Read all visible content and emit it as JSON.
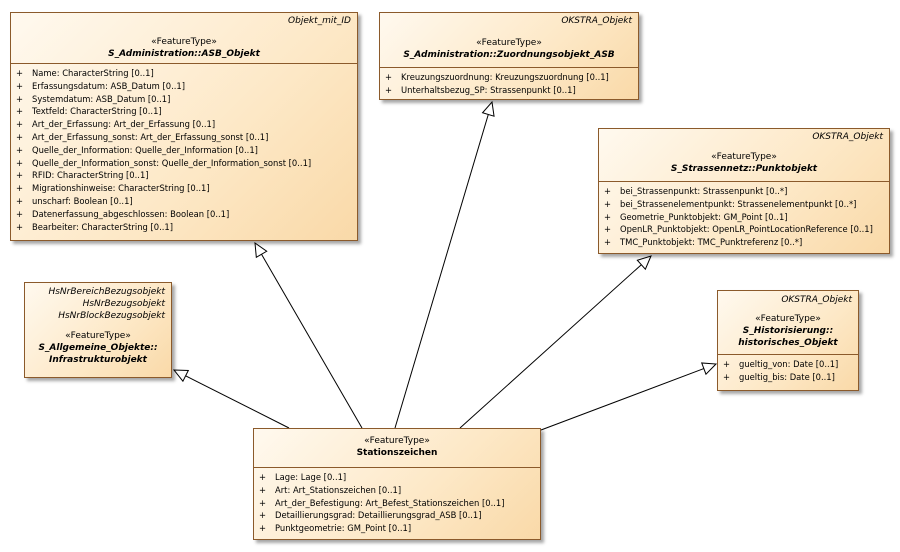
{
  "classes": {
    "asb_objekt": {
      "tags": [
        "Objekt_mit_ID"
      ],
      "stereotype": "«FeatureType»",
      "name": "S_Administration::ASB_Objekt",
      "attributes": [
        "Name: CharacterString [0..1]",
        "Erfassungsdatum: ASB_Datum [0..1]",
        "Systemdatum: ASB_Datum [0..1]",
        "Textfeld: CharacterString [0..1]",
        "Art_der_Erfassung: Art_der_Erfassung [0..1]",
        "Art_der_Erfassung_sonst: Art_der_Erfassung_sonst [0..1]",
        "Quelle_der_Information: Quelle_der_Information [0..1]",
        "Quelle_der_Information_sonst: Quelle_der_Information_sonst [0..1]",
        "RFID: CharacterString [0..1]",
        "Migrationshinweise: CharacterString [0..1]",
        "unscharf: Boolean [0..1]",
        "Datenerfassung_abgeschlossen: Boolean [0..1]",
        "Bearbeiter: CharacterString [0..1]"
      ]
    },
    "zuordnungsobjekt": {
      "tags": [
        "OKSTRA_Objekt"
      ],
      "stereotype": "«FeatureType»",
      "name": "S_Administration::Zuordnungsobjekt_ASB",
      "attributes": [
        "Kreuzungszuordnung: Kreuzungszuordnung [0..1]",
        "Unterhaltsbezug_SP: Strassenpunkt [0..1]"
      ]
    },
    "punktobjekt": {
      "tags": [
        "OKSTRA_Objekt"
      ],
      "stereotype": "«FeatureType»",
      "name": "S_Strassennetz::Punktobjekt",
      "attributes": [
        "bei_Strassenpunkt: Strassenpunkt [0..*]",
        "bei_Strassenelementpunkt: Strassenelementpunkt [0..*]",
        "Geometrie_Punktobjekt: GM_Point [0..1]",
        "OpenLR_Punktobjekt: OpenLR_PointLocationReference [0..1]",
        "TMC_Punktobjekt: TMC_Punktreferenz [0..*]"
      ]
    },
    "infrastrukturobjekt": {
      "tags": [
        "HsNrBereichBezugsobjekt",
        "HsNrBezugsobjekt",
        "HsNrBlockBezugsobjekt"
      ],
      "stereotype": "«FeatureType»",
      "name_lines": [
        "S_Allgemeine_Objekte::",
        "Infrastrukturobjekt"
      ],
      "attributes": []
    },
    "historisches_objekt": {
      "tags": [
        "OKSTRA_Objekt"
      ],
      "stereotype": "«FeatureType»",
      "name_lines": [
        "S_Historisierung::",
        "historisches_Objekt"
      ],
      "attributes": [
        "gueltig_von: Date [0..1]",
        "gueltig_bis: Date [0..1]"
      ]
    },
    "stationszeichen": {
      "tags": [],
      "stereotype": "«FeatureType»",
      "name": "Stationszeichen",
      "attributes": [
        "Lage: Lage [0..1]",
        "Art: Art_Stationszeichen [0..1]",
        "Art_der_Befestigung: Art_Befest_Stationszeichen [0..1]",
        "Detaillierungsgrad: Detaillierungsgrad_ASB [0..1]",
        "Punktgeometrie: GM_Point [0..1]"
      ]
    }
  },
  "visibility_symbol": "+",
  "colors": {
    "border": "#8b5a2b",
    "fill_light": "#fff9ef",
    "fill_dark": "#f9d9a8",
    "edge": "#000000"
  }
}
